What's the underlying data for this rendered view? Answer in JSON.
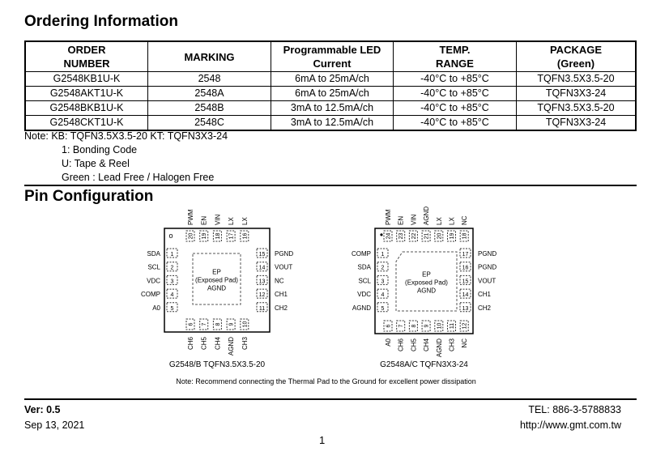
{
  "ordering": {
    "title": "Ordering Information",
    "headers": [
      [
        "ORDER",
        "NUMBER"
      ],
      [
        "MARKING"
      ],
      [
        "Programmable LED",
        "Current"
      ],
      [
        "TEMP.",
        "RANGE"
      ],
      [
        "PACKAGE",
        "(Green)"
      ]
    ],
    "rows": [
      [
        "G2548KB1U-K",
        "2548",
        "6mA to 25mA/ch",
        "-40°C to +85°C",
        "TQFN3.5X3.5-20"
      ],
      [
        "G2548AKT1U-K",
        "2548A",
        "6mA to 25mA/ch",
        "-40°C to +85°C",
        "TQFN3X3-24"
      ],
      [
        "G2548BKB1U-K",
        "2548B",
        "3mA to 12.5mA/ch",
        "-40°C to +85°C",
        "TQFN3.5X3.5-20"
      ],
      [
        "G2548CKT1U-K",
        "2548C",
        "3mA to 12.5mA/ch",
        "-40°C to +85°C",
        "TQFN3X3-24"
      ]
    ],
    "notes": [
      "Note: KB: TQFN3.5X3.5-20   KT: TQFN3X3-24",
      "1: Bonding Code",
      "U: Tape & Reel",
      "Green : Lead Free / Halogen Free"
    ]
  },
  "pin_config": {
    "title": "Pin Configuration",
    "packages": [
      {
        "caption": "G2548/B TQFN3.5X3.5-20",
        "ep": [
          "EP",
          "(Exposed Pad)",
          "AGND"
        ],
        "left": [
          [
            "1",
            "SDA"
          ],
          [
            "2",
            "SCL"
          ],
          [
            "3",
            "VDC"
          ],
          [
            "4",
            "COMP"
          ],
          [
            "5",
            "A0"
          ]
        ],
        "bottom": [
          [
            "6",
            "CH6"
          ],
          [
            "7",
            "CH5"
          ],
          [
            "8",
            "CH4"
          ],
          [
            "9",
            "AGND"
          ],
          [
            "10",
            "CH3"
          ]
        ],
        "right": [
          [
            "11",
            "CH2"
          ],
          [
            "12",
            "CH1"
          ],
          [
            "13",
            "NC"
          ],
          [
            "14",
            "VOUT"
          ],
          [
            "15",
            "PGND"
          ]
        ],
        "top": [
          [
            "16",
            "LX"
          ],
          [
            "17",
            "LX"
          ],
          [
            "18",
            "VIN"
          ],
          [
            "19",
            "EN"
          ],
          [
            "20",
            "PWM"
          ]
        ]
      },
      {
        "caption": "G2548A/C TQFN3X3-24",
        "ep": [
          "EP",
          "(Exposed Pad)",
          "AGND"
        ],
        "left": [
          [
            "1",
            "COMP"
          ],
          [
            "2",
            "SDA"
          ],
          [
            "3",
            "SCL"
          ],
          [
            "4",
            "VDC"
          ],
          [
            "5",
            "AGND"
          ]
        ],
        "bottom": [
          [
            "6",
            "A0"
          ],
          [
            "7",
            "CH6"
          ],
          [
            "8",
            "CH5"
          ],
          [
            "9",
            "CH4"
          ],
          [
            "10",
            "AGND"
          ],
          [
            "11",
            "CH3"
          ],
          [
            "12",
            "NC"
          ]
        ],
        "right": [
          [
            "13",
            "CH2"
          ],
          [
            "14",
            "CH1"
          ],
          [
            "15",
            "VOUT"
          ],
          [
            "16",
            "PGND"
          ],
          [
            "17",
            "PGND"
          ]
        ],
        "top": [
          [
            "18",
            "NC"
          ],
          [
            "19",
            "LX"
          ],
          [
            "20",
            "LX"
          ],
          [
            "21",
            "AGND"
          ],
          [
            "22",
            "VIN"
          ],
          [
            "23",
            "EN"
          ],
          [
            "24",
            "PWM"
          ]
        ]
      }
    ],
    "note": "Note: Recommend connecting the Thermal Pad to the Ground for excellent power dissipation"
  },
  "footer": {
    "version": "Ver: 0.5",
    "date": "Sep 13, 2021",
    "tel": "TEL: 886-3-5788833",
    "url": "http://www.gmt.com.tw",
    "page": "1"
  }
}
